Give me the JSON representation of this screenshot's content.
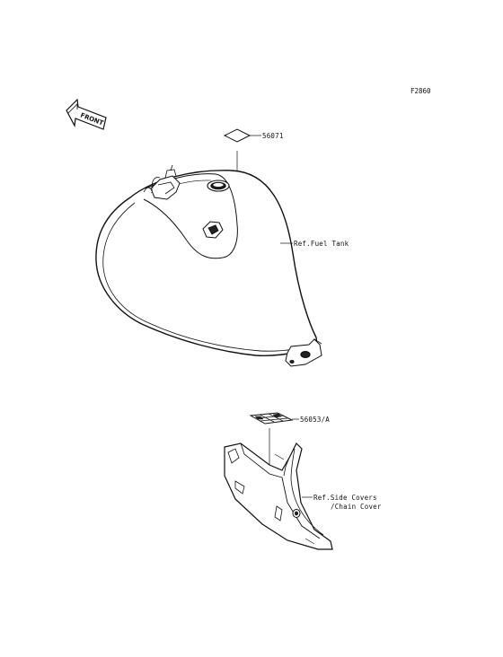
{
  "figure_id": "F2860",
  "front_label": "FRONT",
  "parts": [
    {
      "id": "part-56071",
      "number": "56071"
    },
    {
      "id": "part-56053a",
      "number": "56053/A"
    }
  ],
  "references": [
    {
      "id": "ref-fuel-tank",
      "lines": [
        "Ref.Fuel Tank"
      ]
    },
    {
      "id": "ref-side-covers",
      "lines": [
        "Ref.Side Covers",
        "/Chain Cover"
      ]
    }
  ]
}
